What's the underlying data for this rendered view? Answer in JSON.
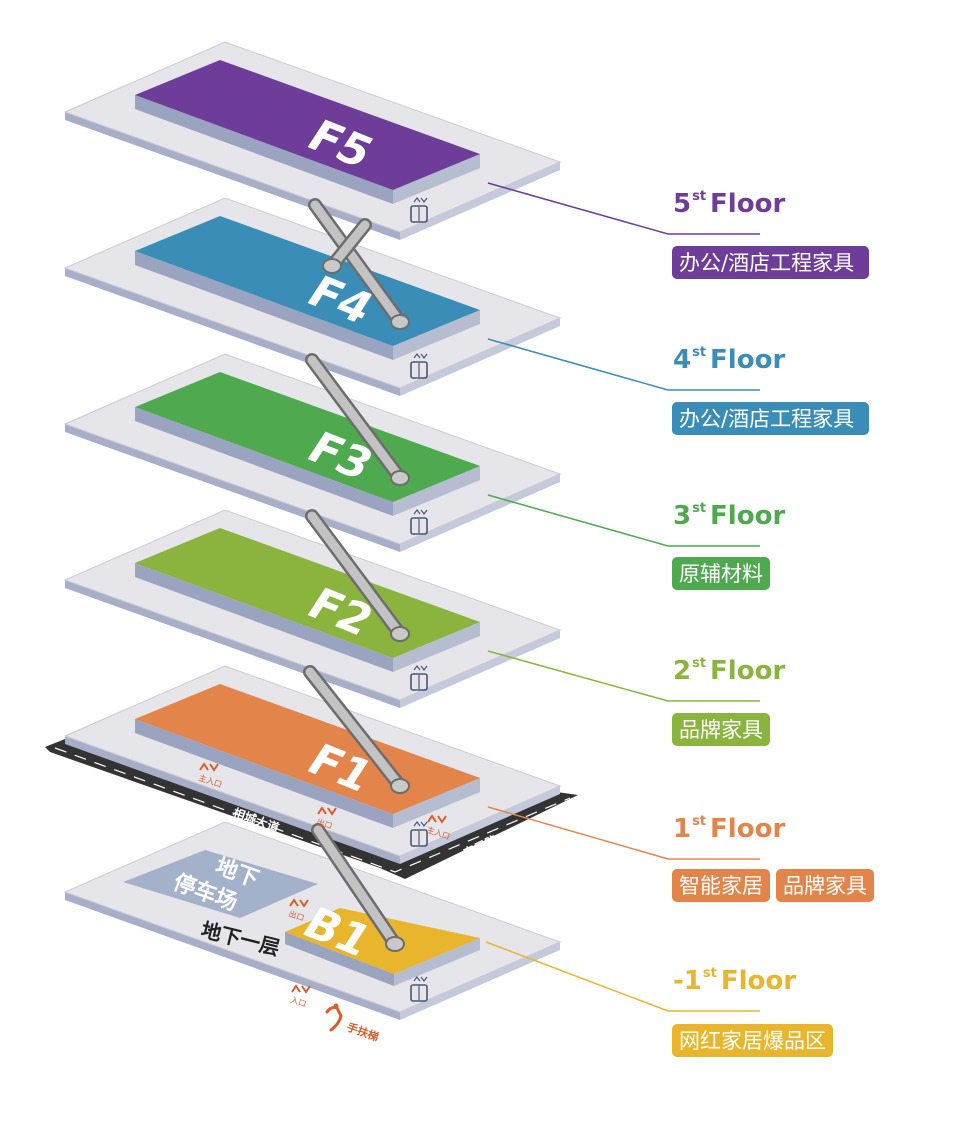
{
  "floors": [
    {
      "id": "F5",
      "code": "F5",
      "num": "5",
      "sup": "st",
      "word": "Floor",
      "tags": [
        "办公/酒店工程家具"
      ],
      "color": "#6d3d99"
    },
    {
      "id": "F4",
      "code": "F4",
      "num": "4",
      "sup": "st",
      "word": "Floor",
      "tags": [
        "办公/酒店工程家具"
      ],
      "color": "#3a8db6"
    },
    {
      "id": "F3",
      "code": "F3",
      "num": "3",
      "sup": "st",
      "word": "Floor",
      "tags": [
        "原辅材料"
      ],
      "color": "#4fa94f"
    },
    {
      "id": "F2",
      "code": "F2",
      "num": "2",
      "sup": "st",
      "word": "Floor",
      "tags": [
        "品牌家具"
      ],
      "color": "#8ab43e"
    },
    {
      "id": "F1",
      "code": "F1",
      "num": "1",
      "sup": "st",
      "word": "Floor",
      "tags": [
        "智能家居",
        "品牌家具"
      ],
      "color": "#e3854a"
    },
    {
      "id": "B1",
      "code": "B1",
      "num": "-1",
      "sup": "st",
      "word": "Floor",
      "tags": [
        "网红家居爆品区"
      ],
      "color": "#e8b52c"
    }
  ],
  "roads": {
    "left": "相城大道",
    "right": "安元路"
  },
  "basement": {
    "parking": [
      "地下",
      "停车场"
    ],
    "level_label": "地下一层",
    "escalator_label": "手扶梯"
  },
  "entrance_marks": {
    "main": "主入口",
    "exit": "出口",
    "entrance": "入口"
  },
  "colors": {
    "slab": "#e5e5ea",
    "slab_edge": "#a7aec8",
    "line_connector": "#7b7b7b"
  }
}
